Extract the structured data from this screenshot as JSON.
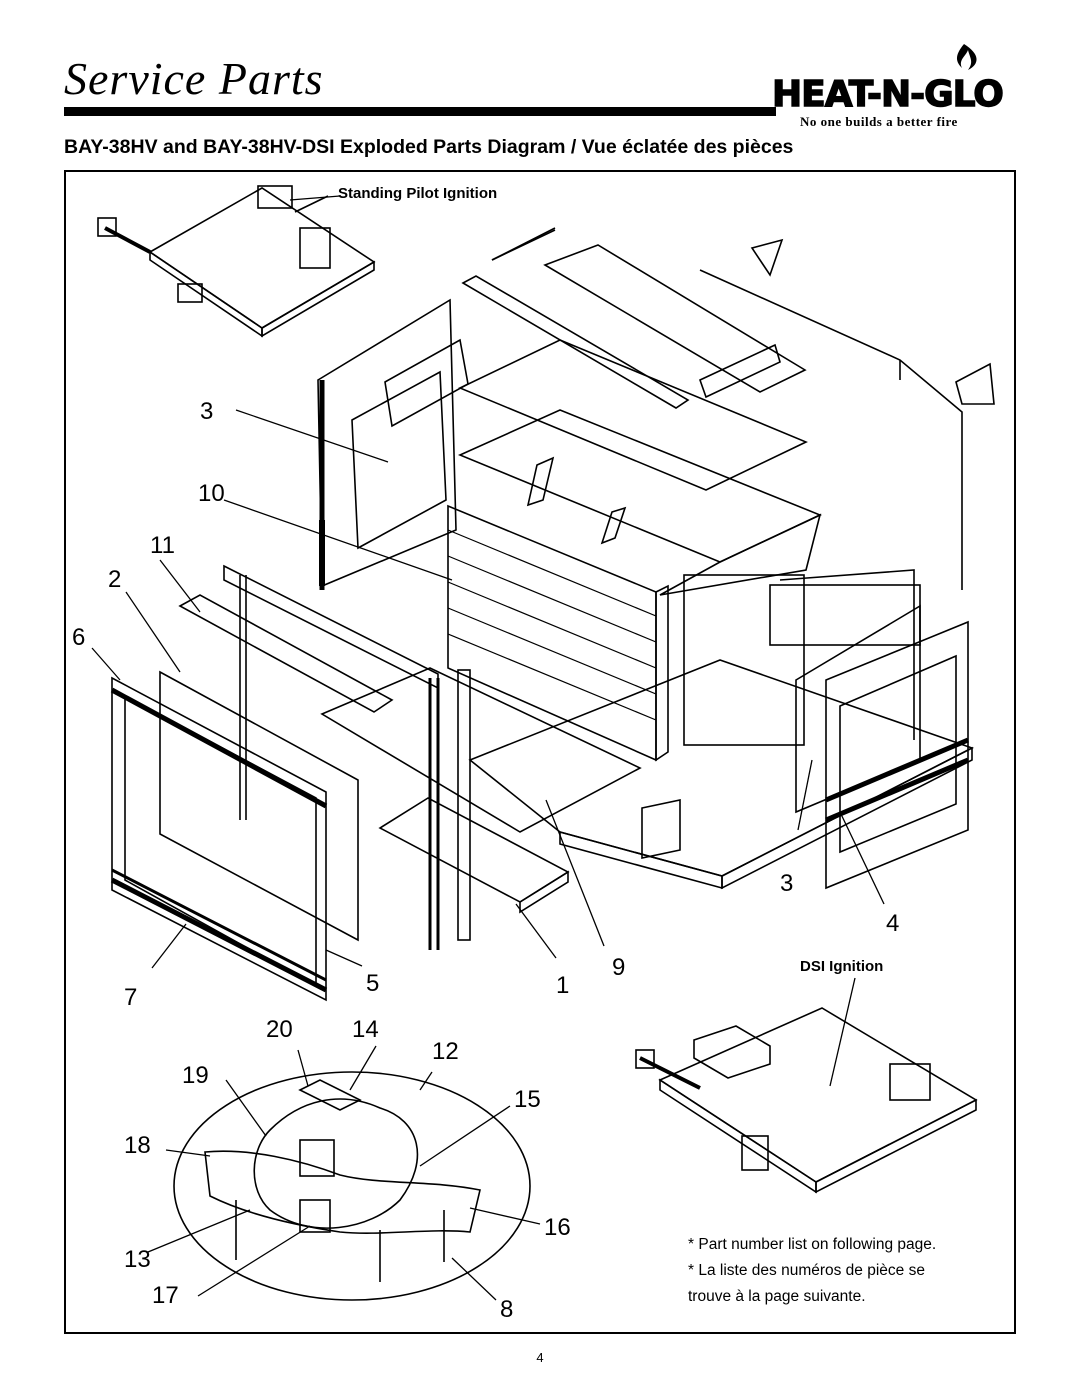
{
  "header": {
    "title": "Service Parts",
    "brand_logo_text": "HEAT-N-GLO",
    "tagline": "No one builds a better fire"
  },
  "subheading": "BAY-38HV and BAY-38HV-DSI Exploded Parts Diagram / Vue éclatée des pièces",
  "diagram": {
    "label_standing_pilot": "Standing Pilot Ignition",
    "label_dsi": "DSI Ignition",
    "callouts": [
      "3",
      "10",
      "11",
      "2",
      "6",
      "3",
      "4",
      "7",
      "5",
      "1",
      "9",
      "20",
      "14",
      "12",
      "19",
      "15",
      "18",
      "16",
      "13",
      "17",
      "8"
    ]
  },
  "notes": {
    "en": "Part number list on following page.",
    "fr_line1": "La liste des numéros de pièce se",
    "fr_line2": "trouve à la page suivante."
  },
  "page_number": "4"
}
